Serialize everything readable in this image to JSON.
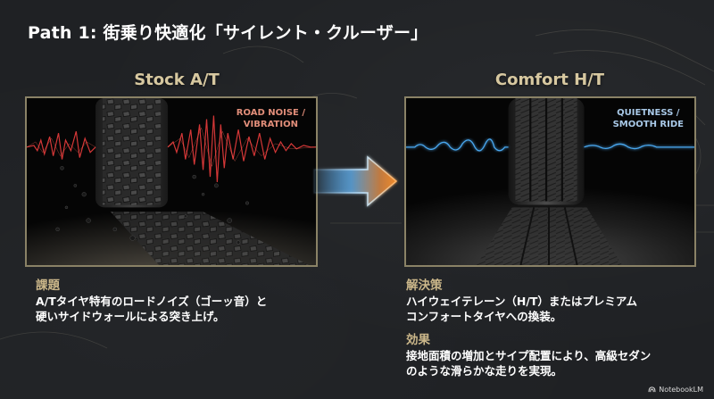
{
  "slide": {
    "title": "Path 1: 街乗り快適化「サイレント・クルーザー」",
    "background_color": "#1f2124",
    "accent_color": "#cbb78a"
  },
  "left_panel": {
    "heading": "Stock A/T",
    "image": {
      "description": "All-terrain tire kicking up gravel with red vibration waveform",
      "overlay_label": "ROAD NOISE /\nVIBRATION",
      "waveform_color": "#e03a3a"
    },
    "section": {
      "heading": "課題",
      "body": "A/Tタイヤ特有のロードノイズ（ゴーッ音）と\n硬いサイドウォールによる突き上げ。"
    }
  },
  "arrow": {
    "icon": "arrow-right-icon",
    "gradient_from": "#4a90c8",
    "gradient_to": "#f08a2a"
  },
  "right_panel": {
    "heading": "Comfort H/T",
    "image": {
      "description": "Highway tire on smooth asphalt with calm blue waveform",
      "overlay_label": "QUIETNESS /\nSMOOTH RIDE",
      "waveform_color": "#4aa8f0"
    },
    "sections": [
      {
        "heading": "解決策",
        "body": "ハイウェイテレーン（H/T）またはプレミアム\nコンフォートタイヤへの換装。"
      },
      {
        "heading": "効果",
        "body": "接地面積の増加とサイプ配置により、高級セダン\nのような滑らかな走りを実現。"
      }
    ]
  },
  "branding": {
    "label": "NotebookLM",
    "icon": "notebooklm-logo-icon"
  }
}
